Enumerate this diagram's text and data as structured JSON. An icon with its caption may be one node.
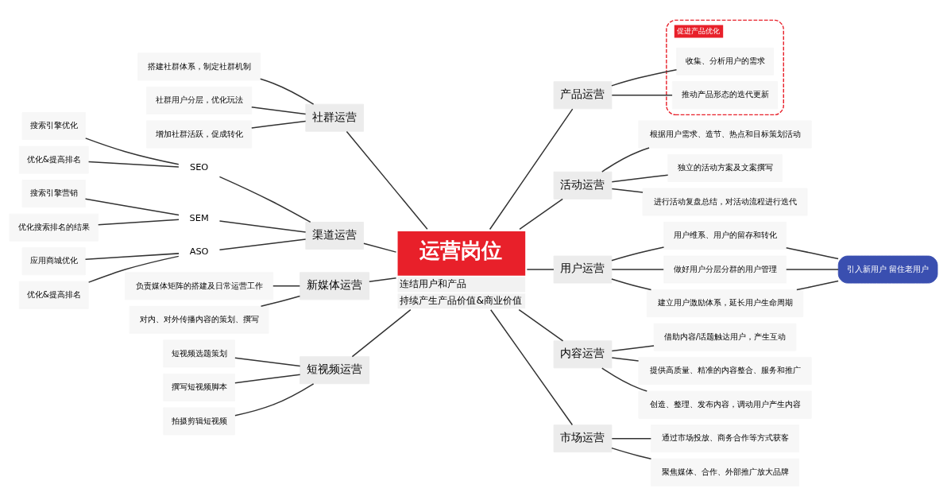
{
  "diagram": {
    "nodes": [
      {
        "text": [
          "运营岗位"
        ],
        "beside": [
          "连结用户和产品",
          "持续产生产品价值&商业价值"
        ]
      },
      {
        "text": [
          "产品运营"
        ]
      },
      {
        "text": [
          "促进产品优化"
        ]
      },
      {
        "text": [
          "收集、分析用户的需求"
        ],
        "in": 2
      },
      {
        "text": [
          "推动产品形态的迭代更新"
        ],
        "in": 2
      },
      {
        "text": [
          "活动运营"
        ]
      },
      {
        "text": [
          "根据用户需求、造节、热点和目标策划活动"
        ]
      },
      {
        "text": [
          "独立的活动方案及文案撰写"
        ]
      },
      {
        "text": [
          "进行活动复盘总结，对活动流程进行迭代"
        ]
      },
      {
        "text": [
          "用户运营"
        ]
      },
      {
        "text": [
          "用户维系、用户的留存和转化"
        ]
      },
      {
        "text": [
          "做好用户分层分群的用户管理"
        ]
      },
      {
        "text": [
          "建立用户激励体系，延长用户生命周期"
        ]
      },
      {
        "text": [
          "引入新用户 留住老用户"
        ]
      },
      {
        "text": [
          "内容运营"
        ]
      },
      {
        "text": [
          "借助内容/话题触达用户，产生互动"
        ]
      },
      {
        "text": [
          "提供高质量、精准的内容整合、服务和推广"
        ]
      },
      {
        "text": [
          "创造、整理、发布内容，调动用户产生内容"
        ]
      },
      {
        "text": [
          "市场运营"
        ]
      },
      {
        "text": [
          "通过市场投放、商务合作等方式获客"
        ]
      },
      {
        "text": [
          "聚焦媒体、合作、外部推广放大品牌"
        ]
      },
      {
        "text": [
          "社群运营"
        ]
      },
      {
        "text": [
          "搭建社群体系，制定社群机制"
        ]
      },
      {
        "text": [
          "社群用户分层，优化玩法"
        ]
      },
      {
        "text": [
          "增加社群活跃，促成转化"
        ]
      },
      {
        "text": [
          "渠道运营"
        ]
      },
      {
        "text": [
          "SEO"
        ]
      },
      {
        "text": [
          "搜索引擎优化"
        ]
      },
      {
        "text": [
          "优化&提高排名"
        ]
      },
      {
        "text": [
          "SEM"
        ]
      },
      {
        "text": [
          "搜索引擎营销"
        ]
      },
      {
        "text": [
          "优化搜索排名的结果"
        ]
      },
      {
        "text": [
          "ASO"
        ]
      },
      {
        "text": [
          "应用商城优化"
        ]
      },
      {
        "text": [
          "优化&提高排名"
        ]
      },
      {
        "text": [
          "新媒体运营"
        ]
      },
      {
        "text": [
          "负责媒体矩阵的搭建及日常运营工作"
        ]
      },
      {
        "text": [
          "对内、对外传播内容的策划、撰写"
        ]
      },
      {
        "text": [
          "短视频运营"
        ]
      },
      {
        "text": [
          "短视频选题策划"
        ]
      },
      {
        "text": [
          "撰写短视频脚本"
        ]
      },
      {
        "text": [
          "拍摄剪辑短视频"
        ]
      }
    ],
    "edges": [
      {
        "from": 0,
        "to": 1,
        "arrow": "none"
      },
      {
        "from": 1,
        "to": 3,
        "arrow": "none"
      },
      {
        "from": 1,
        "to": 4,
        "arrow": "none"
      },
      {
        "from": 0,
        "to": 5,
        "arrow": "none"
      },
      {
        "from": 5,
        "to": 6,
        "arrow": "none"
      },
      {
        "from": 5,
        "to": 7,
        "arrow": "none"
      },
      {
        "from": 5,
        "to": 8,
        "arrow": "none"
      },
      {
        "from": 0,
        "to": 9,
        "arrow": "none"
      },
      {
        "from": 9,
        "to": 10,
        "arrow": "none"
      },
      {
        "from": 9,
        "to": 11,
        "arrow": "none"
      },
      {
        "from": 9,
        "to": 12,
        "arrow": "none"
      },
      {
        "from": 10,
        "to": 13,
        "arrow": "none"
      },
      {
        "from": 11,
        "to": 13,
        "arrow": "none"
      },
      {
        "from": 12,
        "to": 13,
        "arrow": "none"
      },
      {
        "from": 0,
        "to": 14,
        "arrow": "none"
      },
      {
        "from": 14,
        "to": 15,
        "arrow": "none"
      },
      {
        "from": 14,
        "to": 16,
        "arrow": "none"
      },
      {
        "from": 14,
        "to": 17,
        "arrow": "none"
      },
      {
        "from": 0,
        "to": 18,
        "arrow": "none"
      },
      {
        "from": 18,
        "to": 19,
        "arrow": "none"
      },
      {
        "from": 18,
        "to": 20,
        "arrow": "none"
      },
      {
        "from": 0,
        "to": 21,
        "arrow": "none"
      },
      {
        "from": 21,
        "to": 22,
        "arrow": "none"
      },
      {
        "from": 21,
        "to": 23,
        "arrow": "none"
      },
      {
        "from": 21,
        "to": 24,
        "arrow": "none"
      },
      {
        "from": 0,
        "to": 25,
        "arrow": "none"
      },
      {
        "from": 25,
        "to": 26,
        "arrow": "none"
      },
      {
        "from": 26,
        "to": 27,
        "arrow": "none"
      },
      {
        "from": 26,
        "to": 28,
        "arrow": "none"
      },
      {
        "from": 25,
        "to": 29,
        "arrow": "none"
      },
      {
        "from": 29,
        "to": 30,
        "arrow": "none"
      },
      {
        "from": 29,
        "to": 31,
        "arrow": "none"
      },
      {
        "from": 25,
        "to": 32,
        "arrow": "none"
      },
      {
        "from": 32,
        "to": 33,
        "arrow": "none"
      },
      {
        "from": 32,
        "to": 34,
        "arrow": "none"
      },
      {
        "from": 0,
        "to": 35,
        "arrow": "none"
      },
      {
        "from": 35,
        "to": 36,
        "arrow": "none"
      },
      {
        "from": 35,
        "to": 37,
        "arrow": "none"
      },
      {
        "from": 0,
        "to": 38,
        "arrow": "none"
      },
      {
        "from": 38,
        "to": 39,
        "arrow": "none"
      },
      {
        "from": 38,
        "to": 40,
        "arrow": "none"
      },
      {
        "from": 38,
        "to": 41,
        "arrow": "none"
      }
    ]
  }
}
